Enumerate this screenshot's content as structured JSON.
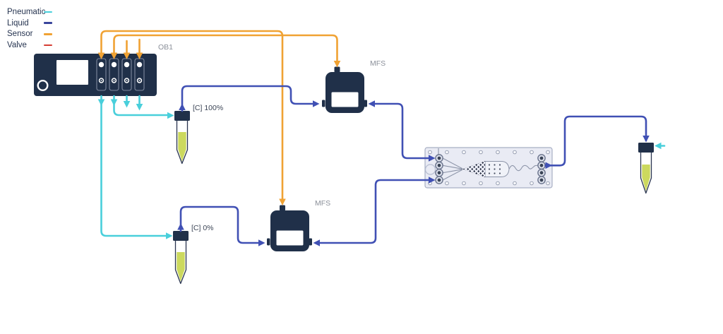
{
  "colors": {
    "background": "#ffffff",
    "pneumatic": "#49cfdb",
    "liquid": "#4050b4",
    "liquid_legend": "#39459c",
    "sensor": "#f0a233",
    "valve": "#d63c33",
    "device": "#203049",
    "device_line": "#7f899e",
    "label_gray": "#8a8f99",
    "label_dark": "#3c4556",
    "legend_text": "#263450",
    "tube_liquid": "#ccd95e",
    "tube_outline": "#2a3550",
    "chip_bg": "#e9ebf4",
    "chip_border": "#a8afc4",
    "chip_detail": "#8c94a8",
    "chip_dark": "#262d41"
  },
  "legend": {
    "items": [
      {
        "label": "Pneumatic",
        "key": "pneumatic"
      },
      {
        "label": "Liquid",
        "key": "liquid"
      },
      {
        "label": "Sensor",
        "key": "sensor"
      },
      {
        "label": "Valve",
        "key": "valve"
      }
    ]
  },
  "devices": {
    "ob1": {
      "label": "OB1",
      "type": "pressure-controller",
      "channels": 4
    },
    "mfs_top": {
      "label": "MFS",
      "type": "flow-sensor"
    },
    "mfs_bottom": {
      "label": "MFS",
      "type": "flow-sensor"
    },
    "reservoir_c100": {
      "label": "[C] 100%",
      "type": "falcon-tube-reservoir"
    },
    "reservoir_c0": {
      "label": "[C] 0%",
      "type": "falcon-tube-reservoir"
    },
    "chip": {
      "type": "microfluidic-chip",
      "inlets": 4,
      "outlets": 4
    },
    "collection_tube": {
      "type": "falcon-tube-collection"
    }
  },
  "connections": [
    {
      "type": "sensor",
      "from": "OB1 channel 1",
      "to": "MFS bottom"
    },
    {
      "type": "sensor",
      "from": "OB1 channel 2",
      "to": "MFS top"
    },
    {
      "type": "sensor",
      "from": "OB1 channel 3",
      "to": "stub"
    },
    {
      "type": "sensor",
      "from": "OB1 channel 4",
      "to": "stub"
    },
    {
      "type": "pneumatic",
      "from": "OB1 channel 1",
      "to": "[C] 0% reservoir"
    },
    {
      "type": "pneumatic",
      "from": "OB1 channel 2",
      "to": "[C] 100% reservoir"
    },
    {
      "type": "pneumatic",
      "from": "OB1 channel 3",
      "to": "stub"
    },
    {
      "type": "pneumatic",
      "from": "OB1 channel 4",
      "to": "stub"
    },
    {
      "type": "liquid",
      "from": "[C] 100% reservoir",
      "to": "MFS top"
    },
    {
      "type": "liquid",
      "from": "MFS top",
      "to": "chip inlet 1"
    },
    {
      "type": "liquid",
      "from": "[C] 0% reservoir",
      "to": "MFS bottom"
    },
    {
      "type": "liquid",
      "from": "MFS bottom",
      "to": "chip inlet 4"
    },
    {
      "type": "liquid",
      "from": "chip outlet",
      "to": "collection tube"
    },
    {
      "type": "pneumatic",
      "from": "collection tube",
      "to": "vent stub"
    }
  ]
}
